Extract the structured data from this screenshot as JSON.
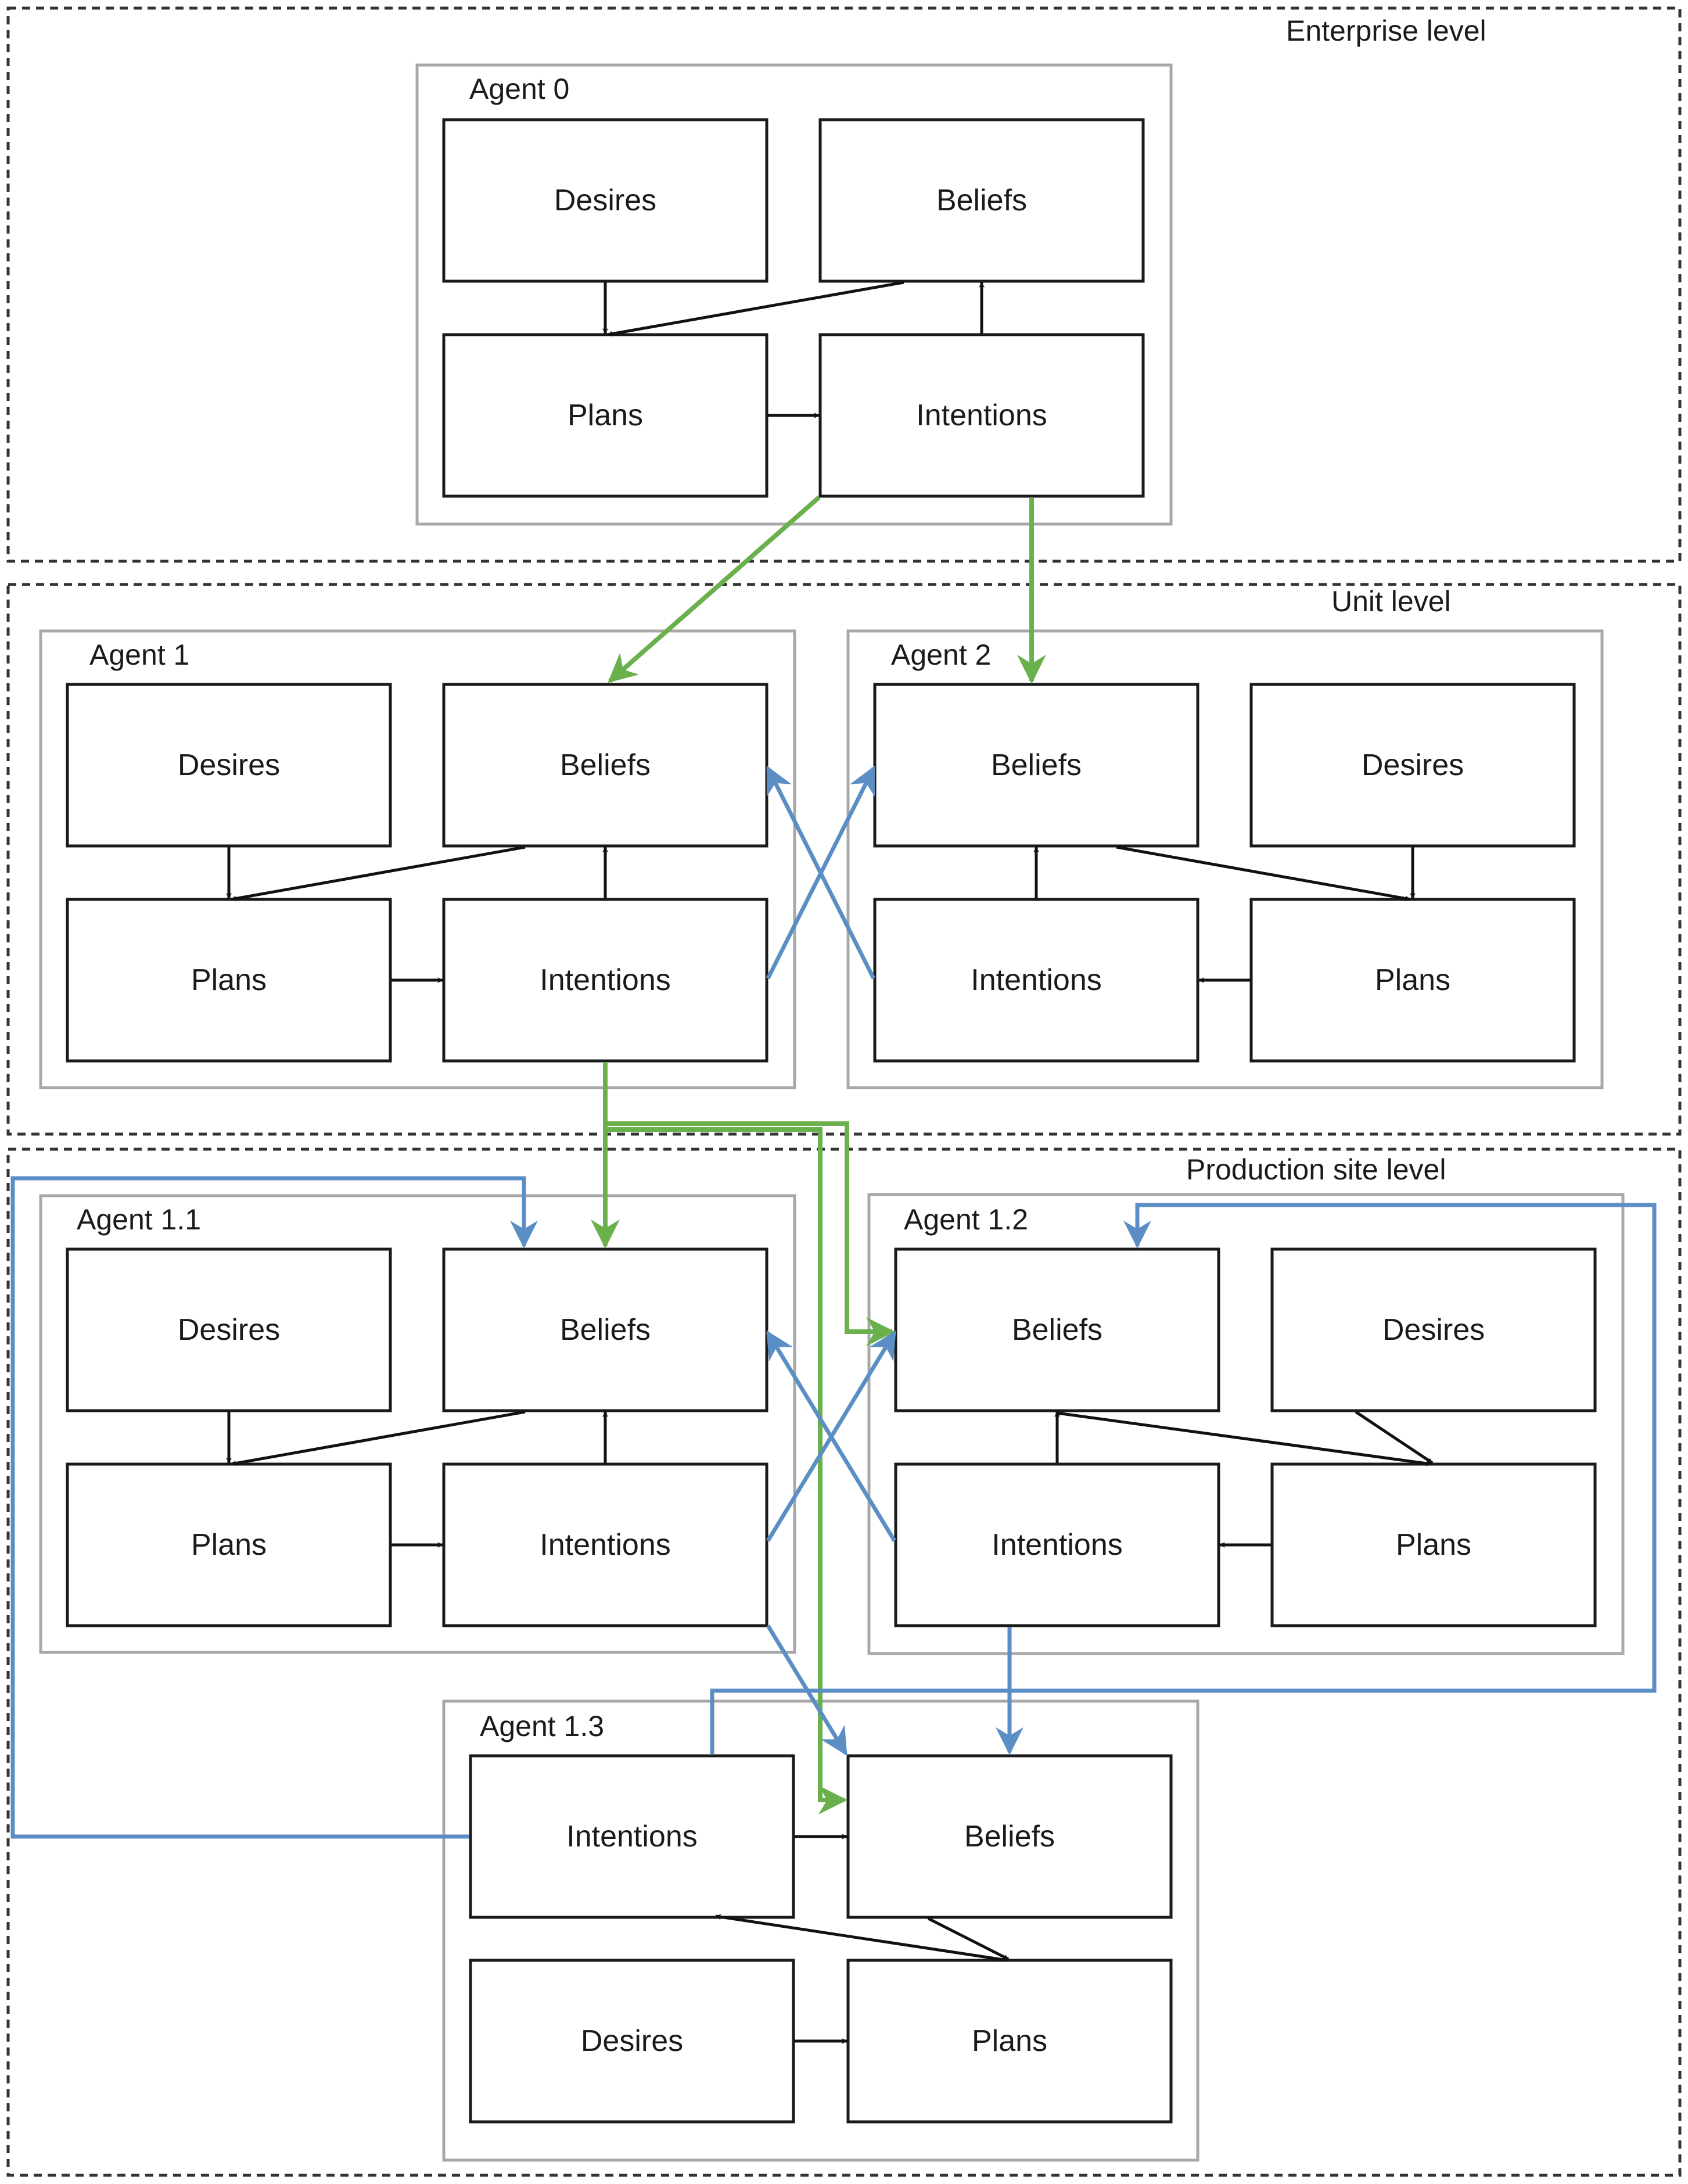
{
  "levels": {
    "enterprise": "Enterprise level",
    "unit": "Unit level",
    "production": "Production site level"
  },
  "agents": {
    "a0": {
      "title": "Agent 0",
      "desires": "Desires",
      "beliefs": "Beliefs",
      "plans": "Plans",
      "intentions": "Intentions"
    },
    "a1": {
      "title": "Agent  1",
      "desires": "Desires",
      "beliefs": "Beliefs",
      "plans": "Plans",
      "intentions": "Intentions"
    },
    "a2": {
      "title": "Agent  2",
      "desires": "Desires",
      "beliefs": "Beliefs",
      "plans": "Plans",
      "intentions": "Intentions"
    },
    "a11": {
      "title": "Agent  1.1",
      "desires": "Desires",
      "beliefs": "Beliefs",
      "plans": "Plans",
      "intentions": "Intentions"
    },
    "a12": {
      "title": "Agent  1.2",
      "desires": "Desires",
      "beliefs": "Beliefs",
      "plans": "Plans",
      "intentions": "Intentions"
    },
    "a13": {
      "title": "Agent  1.3",
      "desires": "Desires",
      "beliefs": "Beliefs",
      "plans": "Plans",
      "intentions": "Intentions"
    }
  },
  "colors": {
    "internal_link": "#111111",
    "command_link": "#6ab04c",
    "peer_link": "#5b8ec4",
    "agent_frame": "#a8a8a8"
  }
}
